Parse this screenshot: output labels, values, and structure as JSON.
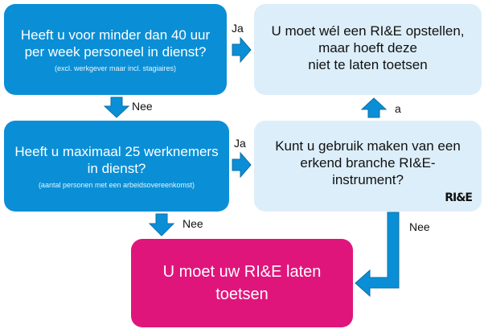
{
  "questions": {
    "q1": {
      "text_line1": "Heeft u voor minder dan 40 uur",
      "text_line2": "per week personeel in dienst?",
      "note": "(excl. werkgever maar incl. stagiaires)"
    },
    "q2": {
      "text_line1": "Heeft u maximaal 25 werknemers",
      "text_line2": "in dienst?",
      "note": "(aantal personen met een arbeidsovereenkomst)"
    },
    "q3": {
      "text_line1": "Kunt u gebruik maken van een",
      "text_line2": "erkend branche RI&E-",
      "text_line3": "instrument?",
      "logo_text": "RI&E"
    }
  },
  "results": {
    "r1": {
      "text_line1": "U moet wél een RI&E opstellen,",
      "text_line2": "maar hoeft deze",
      "text_line3": "niet te laten toetsen"
    },
    "end": {
      "text_line1": "U moet uw RI&E laten",
      "text_line2": "toetsen"
    }
  },
  "labels": {
    "ja_1": "Ja",
    "ja_2": "Ja",
    "a_up": "a",
    "nee_1": "Nee",
    "nee_2": "Nee",
    "nee_3": "Nee"
  },
  "colors": {
    "question_box": "#0a8fd6",
    "result_box": "#dceef9",
    "final_box": "#e0157c",
    "check_mark": "#2eb82e"
  }
}
